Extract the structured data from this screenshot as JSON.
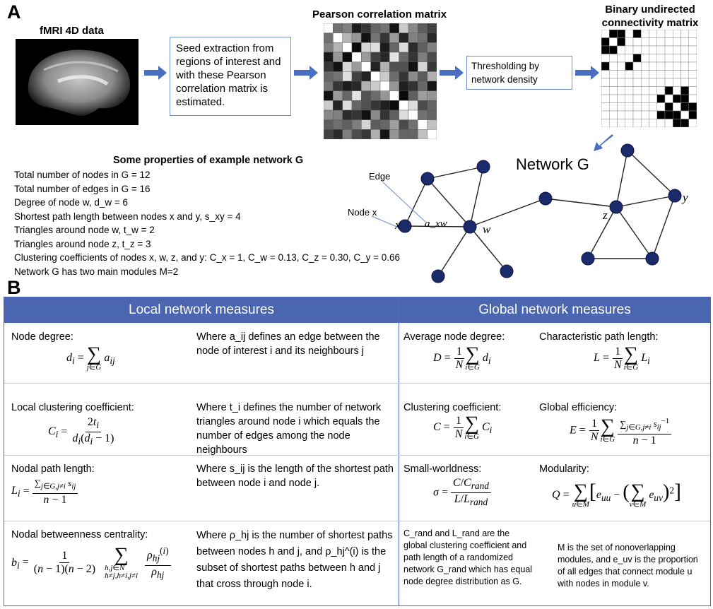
{
  "panel_a": {
    "letter": "A",
    "fmri_title": "fMRI 4D data",
    "step1_text": "Seed extraction from regions of interest and with these Pearson correlation matrix is estimated.",
    "pearson_title": "Pearson correlation matrix",
    "step2_text": "Thresholding by network density",
    "binary_title_line1": "Binary undirected",
    "binary_title_line2": "connectivity matrix",
    "network_title": "Network G",
    "properties_title": "Some properties of example network G",
    "properties": [
      "Total number of nodes in G = 12",
      "Total number of edges in G = 16",
      "Degree of node w, d_w = 6",
      "Shortest path length between nodes x and y, s_xy = 4",
      "Triangles around node w, t_w = 2",
      "Triangles around node z, t_z = 3",
      "Clustering coefficients of nodes x, w, z, and y: C_x = 1, C_w = 0.13, C_z = 0.30, C_y = 0.66",
      "Network G has two main modules M=2"
    ],
    "edge_label": "Edge",
    "node_label": "Node x",
    "node_x": "x",
    "node_w": "w",
    "node_z": "z",
    "node_y": "y",
    "edge_axw": "a_xw"
  },
  "panel_b": {
    "letter": "B",
    "local_header": "Local network measures",
    "global_header": "Global network measures",
    "node_degree": "Node degree:",
    "node_degree_desc": "Where a_ij defines an edge between the node of interest i and its neighbours j",
    "local_clustering": "Local clustering coefficient:",
    "local_clustering_desc": "Where t_i defines the number of network triangles around node i which equals the number of edges among the node neighbours",
    "nodal_path": "Nodal path length:",
    "nodal_path_desc": "Where s_ij is the length of the shortest path between node i and node j.",
    "nodal_betweenness": "Nodal betweenness centrality:",
    "nodal_betweenness_desc": "Where ρ_hj is the number of shortest paths between nodes h and j, and ρ_hj^(i) is the subset of shortest paths between h and j that cross through node i.",
    "avg_degree": "Average node degree:",
    "char_path": "Characteristic path length:",
    "clustering_coef": "Clustering coefficient:",
    "global_eff": "Global efficiency:",
    "small_world": "Small-worldness:",
    "modularity": "Modularity:",
    "small_world_desc": "C_rand and L_rand are the global clustering coefficient and path length of a randomized network G_rand which has equal node degree distribution as G.",
    "modularity_desc": "M is the set of nonoverlapping modules, and e_uv is the proportion of all edges that connect module u with nodes in module v."
  },
  "colors": {
    "header_blue": "#4a66b0",
    "arrow_blue": "#4a6fc0",
    "node_navy": "#1b2a6b"
  }
}
